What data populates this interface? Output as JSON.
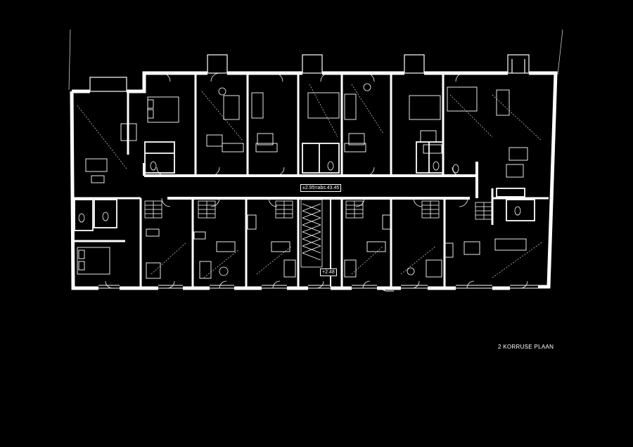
{
  "plan": {
    "title": "2 KORRUSE PLAAN",
    "corridor_level": "±2.95=abs.43.45",
    "stair_level": "+2.48",
    "colors": {
      "background": "#000000",
      "walls": "#ffffff",
      "furniture": "#ffffff"
    }
  }
}
